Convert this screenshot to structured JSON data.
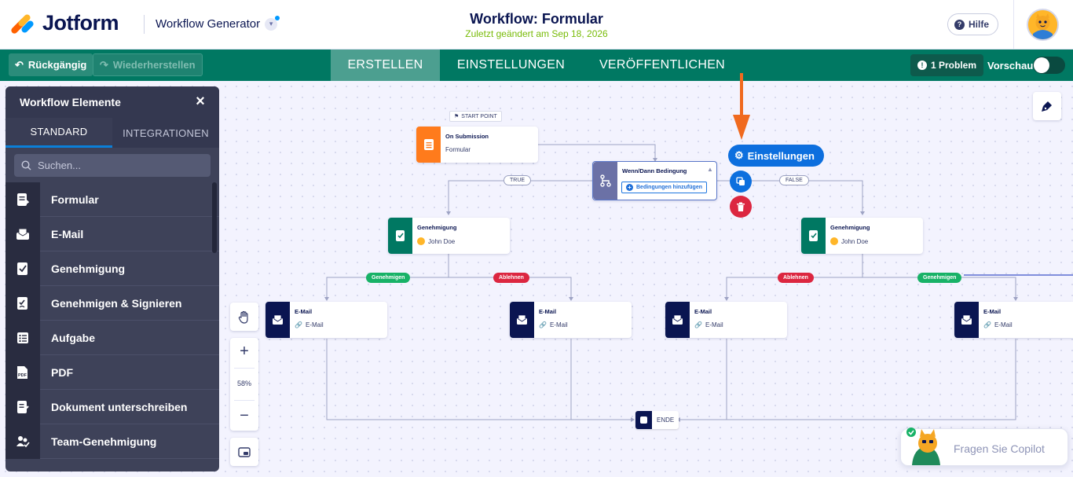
{
  "header": {
    "logo_text": "Jotform",
    "product": "Workflow Generator",
    "title": "Workflow: Formular",
    "subtitle": "Zuletzt geändert am Sep 18, 2026",
    "help": "Hilfe"
  },
  "toolbar": {
    "undo": "Rückgängig",
    "redo": "Wiederherstellen",
    "tabs": [
      "ERSTELLEN",
      "EINSTELLUNGEN",
      "VERÖFFENTLICHEN"
    ],
    "problem": "1 Problem",
    "preview": "Vorschau"
  },
  "sidebar": {
    "title": "Workflow Elemente",
    "tabs": [
      "STANDARD",
      "INTEGRATIONEN"
    ],
    "search_placeholder": "Suchen...",
    "items": [
      {
        "label": "Formular",
        "icon": "form-icon"
      },
      {
        "label": "E-Mail",
        "icon": "email-icon"
      },
      {
        "label": "Genehmigung",
        "icon": "approval-icon"
      },
      {
        "label": "Genehmigen & Signieren",
        "icon": "approve-sign-icon"
      },
      {
        "label": "Aufgabe",
        "icon": "task-icon"
      },
      {
        "label": "PDF",
        "icon": "pdf-icon"
      },
      {
        "label": "Dokument unterschreiben",
        "icon": "sign-document-icon"
      },
      {
        "label": "Team-Genehmigung",
        "icon": "team-approval-icon"
      }
    ]
  },
  "canvas": {
    "start_point": "START POINT",
    "start_node": {
      "title": "On Submission",
      "subtitle": "Formular"
    },
    "condition_node": {
      "title": "Wenn/Dann Bedingung",
      "add_label": "Bedingungen hinzufügen"
    },
    "true_label": "TRUE",
    "false_label": "FALSE",
    "approval_left": {
      "title": "Genehmigung",
      "assignee": "John Doe"
    },
    "approval_right": {
      "title": "Genehmigung",
      "assignee": "John Doe"
    },
    "approve_label": "Genehmigen",
    "reject_label": "Ablehnen",
    "email_title": "E-Mail",
    "email_subtitle": "E-Mail",
    "end_label": "ENDE",
    "settings_button": "Einstellungen",
    "zoom_level": "58%",
    "zoom_in": "+",
    "zoom_out": "−",
    "copilot": "Fragen Sie Copilot"
  },
  "colors": {
    "brand_green": "#007862",
    "start_orange": "#ff7b1c",
    "approval_green": "#007862",
    "email_navy": "#0a1551",
    "condition_slate": "#6b71a6",
    "primary_blue": "#0d6fde",
    "delete_red": "#dc2640",
    "annotation_arrow": "#f06a1f"
  }
}
